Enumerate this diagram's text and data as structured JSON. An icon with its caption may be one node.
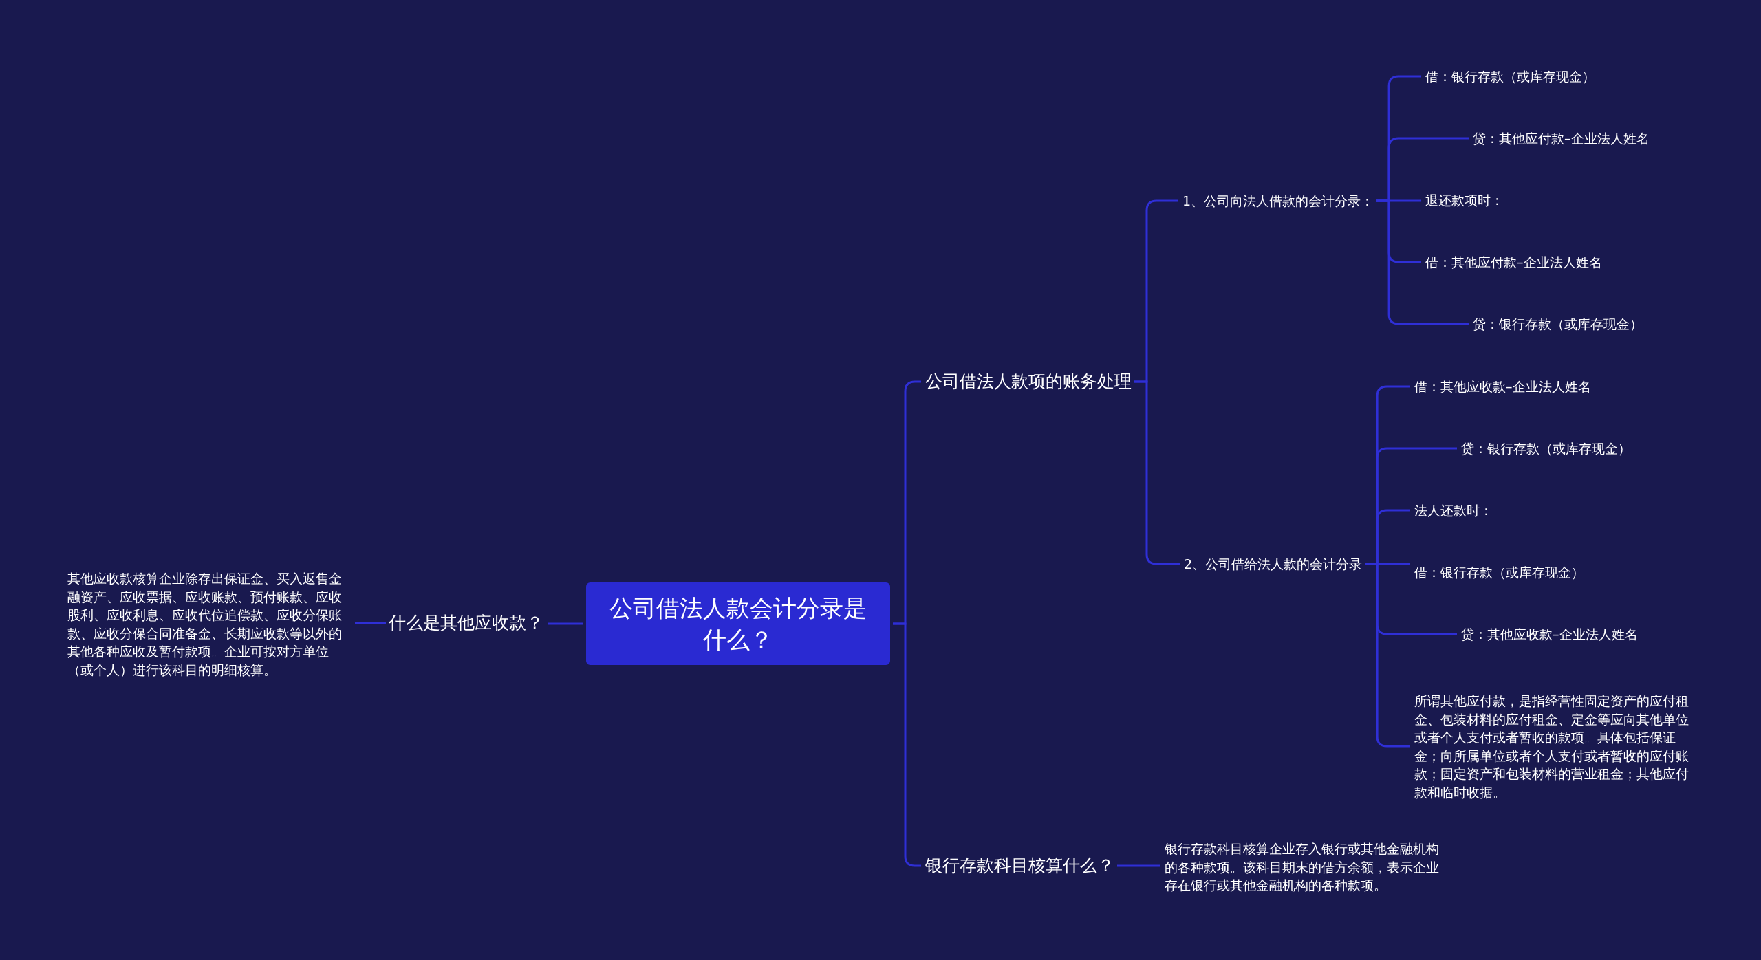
{
  "diagram": {
    "nodes": [
      {
        "text": [
          "公司借法人款会计分录是什么？"
        ]
      },
      {
        "text": [
          "什么是其他应收款？"
        ]
      },
      {
        "text": [
          "其他应收款核算企业除存出保证金、买入返售金融资产、应收票据、应收账款、预付账款、应收股利、应收利息、应收代位追偿款、应收分保账款、应收分保合同准备金、长期应收款等以外的其他各种应收及暂付款项。企业可按对方单位（或个人）进行该科目的明细核算。"
        ]
      },
      {
        "text": [
          "公司借法人款项的账务处理"
        ]
      },
      {
        "text": [
          "1、公司向法人借款的会计分录："
        ]
      },
      {
        "text": [
          "借：银行存款（或库存现金）"
        ]
      },
      {
        "text": [
          "贷：其他应付款–企业法人姓名"
        ]
      },
      {
        "text": [
          "退还款项时："
        ]
      },
      {
        "text": [
          "借：其他应付款–企业法人姓名"
        ]
      },
      {
        "text": [
          "贷：银行存款（或库存现金）"
        ]
      },
      {
        "text": [
          "2、公司借给法人款的会计分录"
        ]
      },
      {
        "text": [
          "借：其他应收款–企业法人姓名"
        ]
      },
      {
        "text": [
          "贷：银行存款（或库存现金）"
        ]
      },
      {
        "text": [
          "法人还款时："
        ]
      },
      {
        "text": [
          "借：银行存款（或库存现金）"
        ]
      },
      {
        "text": [
          "贷：其他应收款–企业法人姓名"
        ]
      },
      {
        "text": [
          "所谓其他应付款，是指经营性固定资产的应付租金、包装材料的应付租金、定金等应向其他单位或者个人支付或者暂收的款项。具体包括保证金；向所属单位或者个人支付或者暂收的应付账款；固定资产和包装材料的营业租金；其他应付款和临时收据。"
        ]
      },
      {
        "text": [
          "银行存款科目核算什么？"
        ]
      },
      {
        "text": [
          "银行存款科目核算企业存入银行或其他金融机构的各种款项。该科目期末的借方余额，表示企业存在银行或其他金融机构的各种款项。"
        ]
      }
    ],
    "edges": [
      {
        "from": 0,
        "to": 1,
        "arrow": "none"
      },
      {
        "from": 1,
        "to": 2,
        "arrow": "none"
      },
      {
        "from": 0,
        "to": 3,
        "arrow": "none"
      },
      {
        "from": 0,
        "to": 17,
        "arrow": "none"
      },
      {
        "from": 3,
        "to": 4,
        "arrow": "none"
      },
      {
        "from": 3,
        "to": 10,
        "arrow": "none"
      },
      {
        "from": 4,
        "to": 5,
        "arrow": "none"
      },
      {
        "from": 4,
        "to": 6,
        "arrow": "none"
      },
      {
        "from": 4,
        "to": 7,
        "arrow": "none"
      },
      {
        "from": 4,
        "to": 8,
        "arrow": "none"
      },
      {
        "from": 4,
        "to": 9,
        "arrow": "none"
      },
      {
        "from": 10,
        "to": 11,
        "arrow": "none"
      },
      {
        "from": 10,
        "to": 12,
        "arrow": "none"
      },
      {
        "from": 10,
        "to": 13,
        "arrow": "none"
      },
      {
        "from": 10,
        "to": 14,
        "arrow": "none"
      },
      {
        "from": 10,
        "to": 15,
        "arrow": "none"
      },
      {
        "from": 10,
        "to": 16,
        "arrow": "none"
      },
      {
        "from": 17,
        "to": 18,
        "arrow": "none"
      }
    ]
  }
}
